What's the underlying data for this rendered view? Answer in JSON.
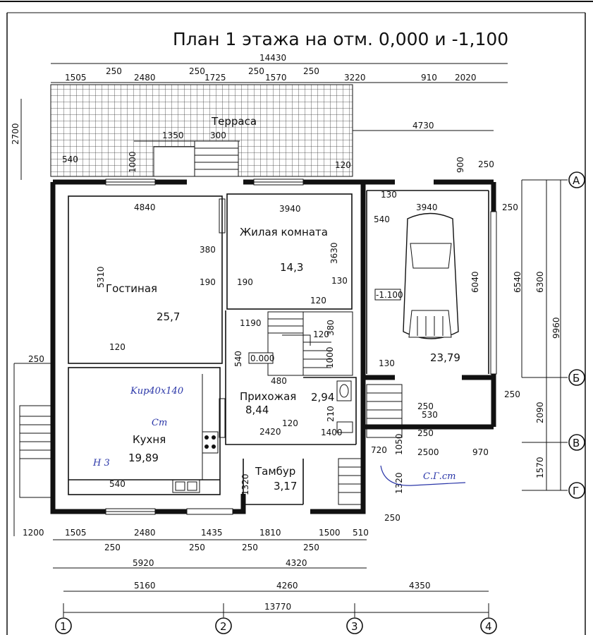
{
  "title": "План 1 этажа на отм. 0,000 и -1,100",
  "rooms": {
    "terrace": {
      "name": "Терраса"
    },
    "living_room": {
      "name": "Жилая комната",
      "area": "14,3"
    },
    "lounge": {
      "name": "Гостиная",
      "area": "25,7"
    },
    "kitchen": {
      "name": "Кухня",
      "area": "19,89"
    },
    "hall": {
      "name": "Прихожая",
      "area": "8,44"
    },
    "bath": {
      "area": "2,94"
    },
    "vestibule": {
      "name": "Тамбур",
      "area": "3,17"
    },
    "garage": {
      "area": "23,79"
    }
  },
  "levels": {
    "main": "0.000",
    "garage": "-1.100"
  },
  "axes": {
    "numbers": [
      "1",
      "2",
      "3",
      "4"
    ],
    "letters": [
      "А",
      "Б",
      "В",
      "Г"
    ]
  },
  "dims": {
    "top_total": "14430",
    "top_row": [
      "1505",
      "250",
      "2480",
      "250",
      "1725",
      "250",
      "1570",
      "250",
      "3220",
      "910",
      "2020"
    ],
    "terrace_height": "2700",
    "terrace_steps": [
      "1350",
      "300",
      "1000"
    ],
    "garage_top": "4730",
    "garage_right": [
      "900",
      "250",
      "130",
      "250"
    ],
    "garage_inner": [
      "540",
      "3940",
      "6040",
      "6540",
      "6300",
      "9960",
      "130",
      "250",
      "23,79"
    ],
    "lounge_dims": [
      "540",
      "4840",
      "5310",
      "120",
      "380",
      "190",
      "190"
    ],
    "living_dims": [
      "3940",
      "3630",
      "130",
      "120"
    ],
    "stair_dims": [
      "1190",
      "120",
      "380",
      "1000",
      "540",
      "480",
      "210"
    ],
    "kitchen_dims": [
      "540",
      "250"
    ],
    "hall_dims": [
      "2420",
      "120",
      "1400",
      "1320",
      "1320",
      "720",
      "1050",
      "2500",
      "970"
    ],
    "right_dims": [
      "2090",
      "1570",
      "250",
      "530",
      "250",
      "250"
    ],
    "bottom_row": [
      "1200",
      "1505",
      "2480",
      "1435",
      "1810",
      "1500",
      "510"
    ],
    "bottom_250": [
      "250",
      "250",
      "250",
      "250"
    ],
    "bottom_sub": [
      "5920",
      "4320"
    ],
    "bottom_axes": [
      "5160",
      "4260",
      "4350"
    ],
    "bottom_total": "13770"
  },
  "annotations": {
    "beam": "Kир40х140",
    "ct": "Ст",
    "hz": "Н 3",
    "sgst": "С.Г.ст"
  }
}
